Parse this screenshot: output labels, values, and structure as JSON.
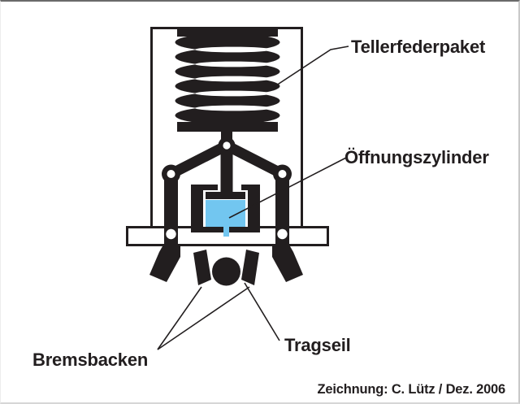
{
  "diagram": {
    "labels": {
      "spring_pack": "Tellerfederpaket",
      "opening_cylinder": "Öffnungszylinder",
      "brake_shoes": "Bremsbacken",
      "carrying_cable": "Tragseil"
    },
    "credit": "Zeichnung: C. Lütz / Dez. 2006",
    "parts": [
      {
        "name": "disc-spring-stack",
        "label": "Tellerfederpaket"
      },
      {
        "name": "opening-cylinder",
        "label": "Öffnungszylinder"
      },
      {
        "name": "brake-shoes",
        "label": "Bremsbacken"
      },
      {
        "name": "carrying-cable",
        "label": "Tragseil"
      }
    ]
  },
  "colors": {
    "ink": "#221e1f",
    "cylinder_fluid": "#72c6f0",
    "background": "#ffffff",
    "frame_top": "#6a6a6a"
  }
}
